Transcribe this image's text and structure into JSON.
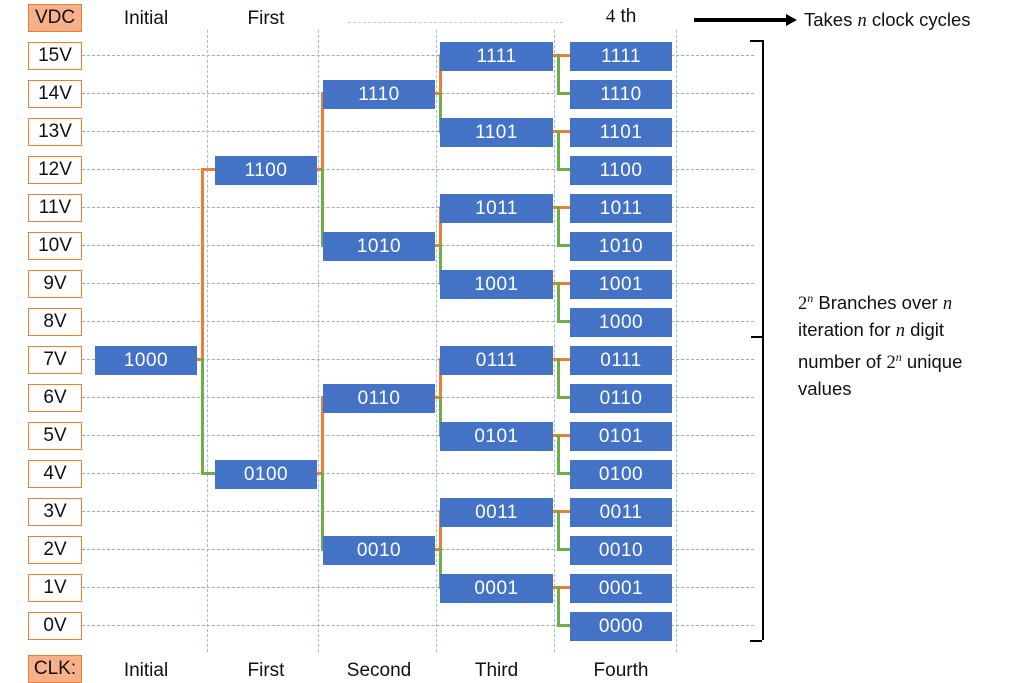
{
  "title": "Successive Approximation ADC binary search tree",
  "colors": {
    "node_fill": "#4472C4",
    "node_text": "#FFFFFF",
    "branch_up": "#ED7D31",
    "branch_down": "#70AD47",
    "scale_border": "#ED7D31",
    "scale_header_fill": "#F7B18A",
    "hgrid": "#A6A6A6",
    "vgrid": "#8FBEE8",
    "arrow": "#000000"
  },
  "scale": {
    "header_label": "VDC",
    "footer_label": "CLK:",
    "labels": [
      "15V",
      "14V",
      "13V",
      "12V",
      "11V",
      "10V",
      "9V",
      "8V",
      "7V",
      "6V",
      "5V",
      "4V",
      "3V",
      "2V",
      "1V",
      "0V"
    ]
  },
  "header": {
    "initial_label": "Initial",
    "first_label": "First",
    "fourth_label": "4 th",
    "arrow_note": "Takes n clock cycles",
    "arrow_note_prefix": "Takes ",
    "arrow_note_var": "n",
    "arrow_note_suffix": " clock cycles"
  },
  "footer": {
    "labels": [
      "Initial",
      "First",
      "Second",
      "Third",
      "Fourth"
    ]
  },
  "side_note": {
    "line1_a": "2",
    "line1_sup": "n",
    "line1_b": " Branches over ",
    "line1_var": "n",
    "line2_a": "iteration for ",
    "line2_var": "n",
    "line2_b": " digit",
    "line3_a": "number of 2",
    "line3_sup": "n",
    "line3_b": " unique",
    "line4": "values"
  },
  "tree": {
    "columns": [
      {
        "name": "initial",
        "caption": "Initial",
        "nodes": [
          {
            "value": "1000",
            "row": 8
          }
        ]
      },
      {
        "name": "first",
        "caption": "First",
        "nodes": [
          {
            "value": "1100",
            "row": 3
          },
          {
            "value": "0100",
            "row": 11
          }
        ]
      },
      {
        "name": "second",
        "caption": "Second",
        "nodes": [
          {
            "value": "1110",
            "row": 1
          },
          {
            "value": "1010",
            "row": 5
          },
          {
            "value": "0110",
            "row": 9
          },
          {
            "value": "0010",
            "row": 13
          }
        ]
      },
      {
        "name": "third",
        "caption": "Third",
        "nodes": [
          {
            "value": "1111",
            "row": 0
          },
          {
            "value": "1101",
            "row": 2
          },
          {
            "value": "1011",
            "row": 4
          },
          {
            "value": "1001",
            "row": 6
          },
          {
            "value": "0111",
            "row": 8
          },
          {
            "value": "0101",
            "row": 10
          },
          {
            "value": "0011",
            "row": 12
          },
          {
            "value": "0001",
            "row": 14
          }
        ]
      },
      {
        "name": "fourth",
        "caption": "Fourth",
        "nodes": [
          {
            "value": "1111",
            "row": 0
          },
          {
            "value": "1110",
            "row": 1
          },
          {
            "value": "1101",
            "row": 2
          },
          {
            "value": "1100",
            "row": 3
          },
          {
            "value": "1011",
            "row": 4
          },
          {
            "value": "1010",
            "row": 5
          },
          {
            "value": "1001",
            "row": 6
          },
          {
            "value": "1000",
            "row": 7
          },
          {
            "value": "0111",
            "row": 8
          },
          {
            "value": "0110",
            "row": 9
          },
          {
            "value": "0101",
            "row": 10
          },
          {
            "value": "0100",
            "row": 11
          },
          {
            "value": "0011",
            "row": 12
          },
          {
            "value": "0010",
            "row": 13
          },
          {
            "value": "0001",
            "row": 14
          },
          {
            "value": "0000",
            "row": 15
          }
        ]
      }
    ]
  }
}
